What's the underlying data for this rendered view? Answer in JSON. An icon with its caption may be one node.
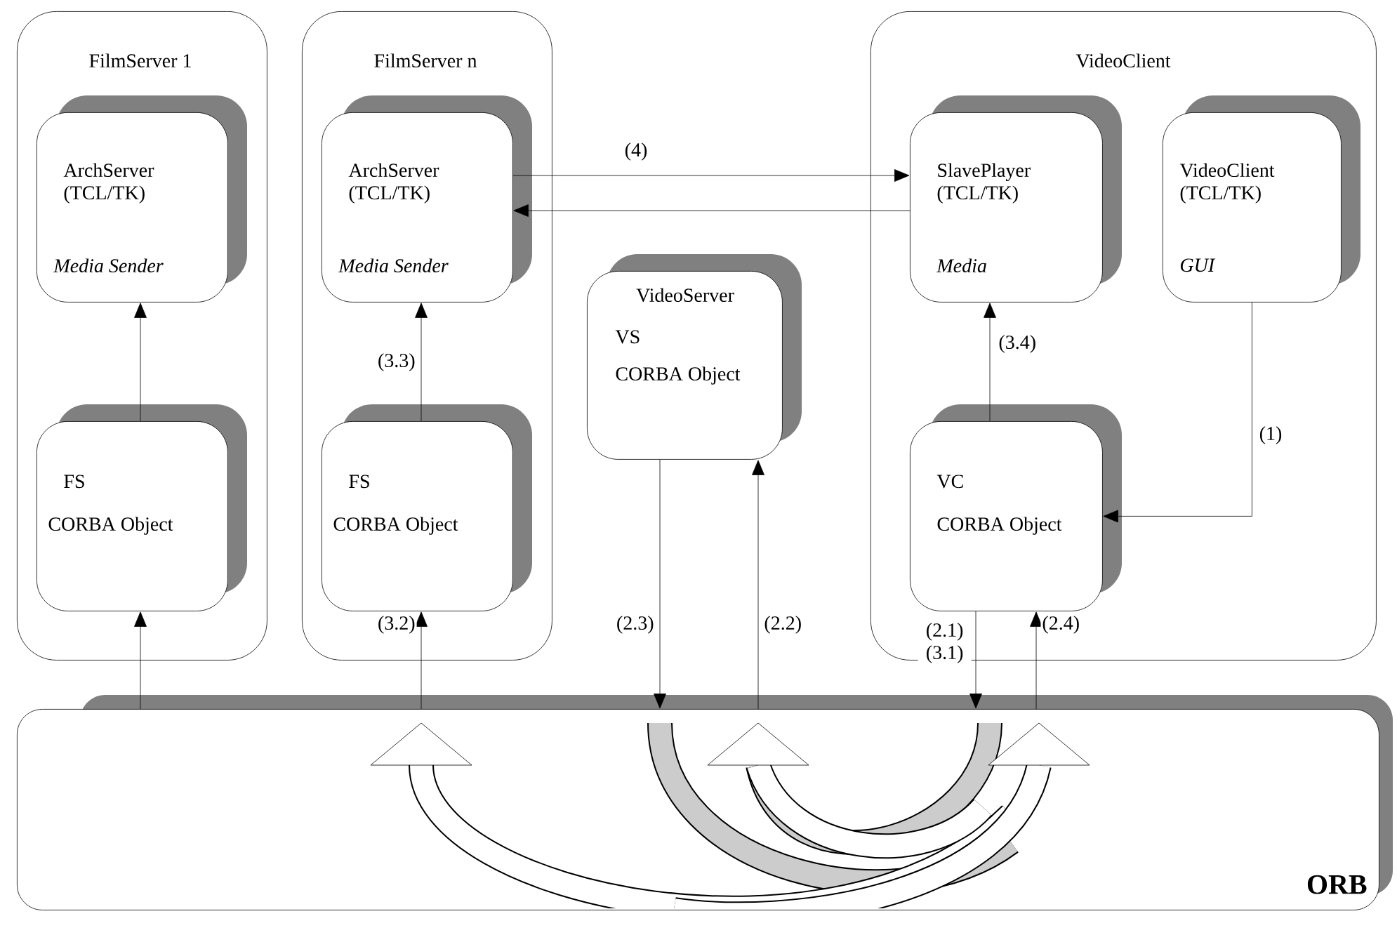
{
  "diagram": {
    "nodes": [
      {
        "text": [
          "FilmServer 1"
        ]
      },
      {
        "text": [
          "ArchServer (TCL/TK)",
          "Media Sender"
        ],
        "in": 0
      },
      {
        "text": [
          "FS",
          "CORBA Object"
        ],
        "in": 0
      },
      {
        "text": [
          "FilmServer n"
        ]
      },
      {
        "text": [
          "ArchServer (TCL/TK)",
          "Media Sender"
        ],
        "in": 3
      },
      {
        "text": [
          "FS",
          "CORBA Object"
        ],
        "in": 3
      },
      {
        "text": [
          "VideoServer",
          "VS",
          "CORBA Object"
        ]
      },
      {
        "text": [
          "VideoClient"
        ]
      },
      {
        "text": [
          "SlavePlayer (TCL/TK)",
          "Media"
        ],
        "in": 7
      },
      {
        "text": [
          "VideoClient (TCL/TK)",
          "GUI"
        ],
        "in": 7
      },
      {
        "text": [
          "VC",
          "CORBA Object"
        ],
        "in": 7
      },
      {
        "text": [
          "ORB"
        ]
      }
    ],
    "edges": [
      {
        "from": 2,
        "to": 1,
        "arrow": "to"
      },
      {
        "from": 5,
        "to": 4,
        "arrow": "to",
        "label": "(3.3)"
      },
      {
        "from": 4,
        "to": 8,
        "arrow": "to",
        "label": "(4)"
      },
      {
        "from": 8,
        "to": 4,
        "arrow": "to"
      },
      {
        "from": 9,
        "to": 10,
        "arrow": "to",
        "label": "(1)"
      },
      {
        "from": 10,
        "to": 8,
        "arrow": "to",
        "label": "(3.4)"
      },
      {
        "from": 11,
        "to": 2,
        "arrow": "to"
      },
      {
        "from": 11,
        "to": 5,
        "arrow": "to",
        "label": "(3.2)"
      },
      {
        "from": 6,
        "to": 11,
        "arrow": "to",
        "label": "(2.3)"
      },
      {
        "from": 11,
        "to": 6,
        "arrow": "to",
        "label": "(2.2)"
      },
      {
        "from": 10,
        "to": 11,
        "arrow": "to",
        "label": "(2.1) (3.1)"
      },
      {
        "from": 11,
        "to": 10,
        "arrow": "to",
        "label": "(2.4)"
      }
    ]
  }
}
